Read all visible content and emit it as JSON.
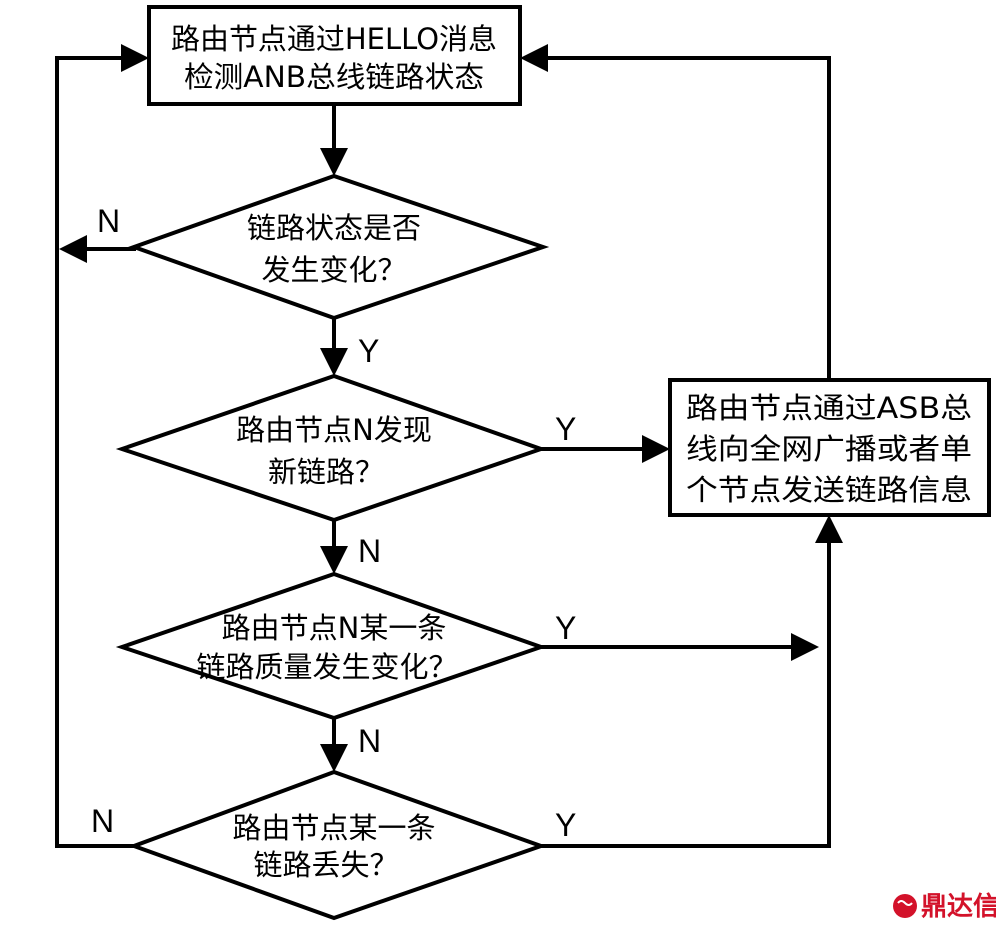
{
  "diagram": {
    "nodes": {
      "detect": {
        "lines": [
          "路由节点通过HELLO消息",
          "检测ANB总线链路状态"
        ]
      },
      "d_change": {
        "lines": [
          "链路状态是否",
          "发生变化？"
        ]
      },
      "d_newlink": {
        "lines": [
          "路由节点N发现",
          "新链路？"
        ]
      },
      "d_quality": {
        "lines": [
          "路由节点N某一条",
          "链路质量发生变化？"
        ]
      },
      "d_lost": {
        "lines": [
          "路由节点某一条",
          "链路丢失？"
        ]
      },
      "broadcast": {
        "lines": [
          "路由节点通过ASB总",
          "线向全网广播或者单",
          "个节点发送链路信息"
        ]
      }
    },
    "edge_labels": {
      "change_no": "N",
      "change_yes": "Y",
      "newlink_yes": "Y",
      "newlink_no": "N",
      "quality_yes": "Y",
      "quality_no": "N",
      "lost_no": "N",
      "lost_yes": "Y"
    }
  },
  "watermark": {
    "text": "鼎达信",
    "color": "#d3122a"
  }
}
